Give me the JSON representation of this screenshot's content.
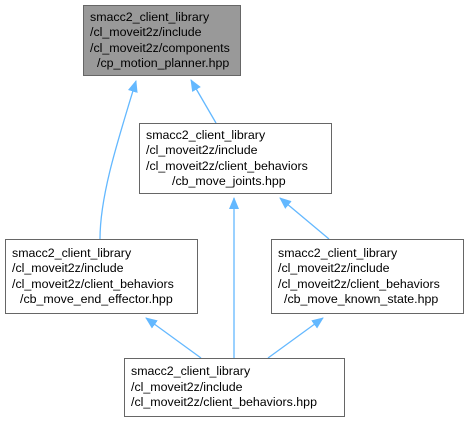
{
  "colors": {
    "edge": "#63b8ff",
    "node_border": "#666666",
    "current_fill": "#999999",
    "node_fill": "#ffffff"
  },
  "nodes": [
    {
      "id": "cp_motion_planner",
      "current": true,
      "lines": [
        "smacc2_client_library",
        "/cl_moveit2z/include",
        "/cl_moveit2z/components",
        "/cp_motion_planner.hpp"
      ]
    },
    {
      "id": "cb_move_joints",
      "current": false,
      "lines": [
        "smacc2_client_library",
        "/cl_moveit2z/include",
        "/cl_moveit2z/client_behaviors",
        "/cb_move_joints.hpp"
      ]
    },
    {
      "id": "cb_move_end_effector",
      "current": false,
      "lines": [
        "smacc2_client_library",
        "/cl_moveit2z/include",
        "/cl_moveit2z/client_behaviors",
        "/cb_move_end_effector.hpp"
      ]
    },
    {
      "id": "cb_move_known_state",
      "current": false,
      "lines": [
        "smacc2_client_library",
        "/cl_moveit2z/include",
        "/cl_moveit2z/client_behaviors",
        "/cb_move_known_state.hpp"
      ]
    },
    {
      "id": "client_behaviors",
      "current": false,
      "lines": [
        "smacc2_client_library",
        "/cl_moveit2z/include",
        "/cl_moveit2z/client_behaviors.hpp"
      ]
    }
  ],
  "edges": [
    {
      "from": "cb_move_joints",
      "to": "cp_motion_planner"
    },
    {
      "from": "cb_move_end_effector",
      "to": "cp_motion_planner"
    },
    {
      "from": "client_behaviors",
      "to": "cb_move_joints"
    },
    {
      "from": "cb_move_known_state",
      "to": "cb_move_joints"
    },
    {
      "from": "client_behaviors",
      "to": "cb_move_end_effector"
    },
    {
      "from": "client_behaviors",
      "to": "cb_move_known_state"
    }
  ]
}
